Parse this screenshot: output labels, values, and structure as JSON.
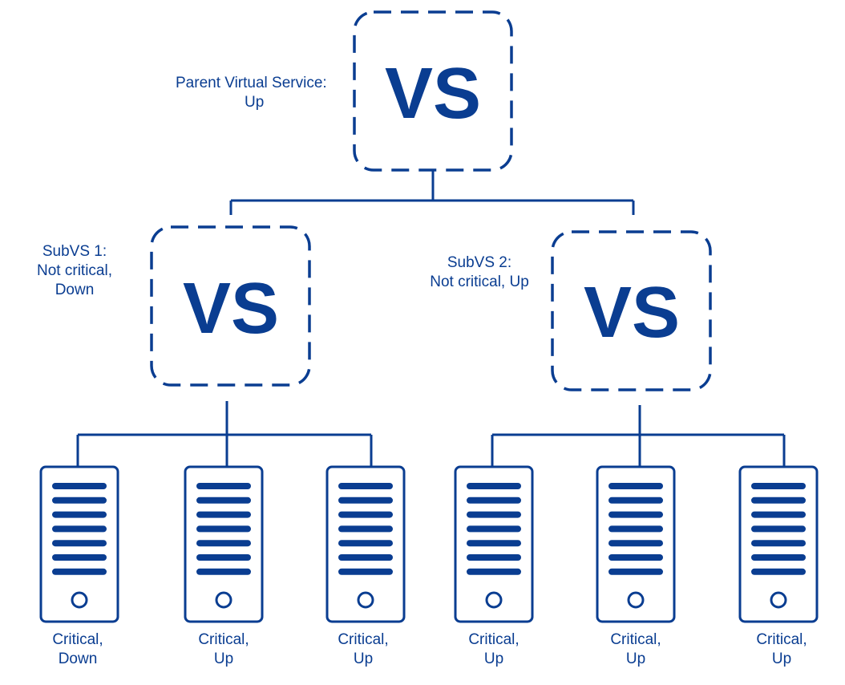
{
  "colors": {
    "primary": "#0a3d91",
    "background": "#ffffff"
  },
  "parent": {
    "box_text": "VS",
    "label_line1": "Parent Virtual Service:",
    "label_line2": "Up"
  },
  "subvs1": {
    "box_text": "VS",
    "label_line1": "SubVS 1:",
    "label_line2": "Not critical,",
    "label_line3": "Down"
  },
  "subvs2": {
    "box_text": "VS",
    "label_line1": "SubVS 2:",
    "label_line2": "Not critical, Up"
  },
  "servers": [
    {
      "icon": "server-icon",
      "line1": "Critical,",
      "line2": "Down"
    },
    {
      "icon": "server-icon",
      "line1": "Critical,",
      "line2": "Up"
    },
    {
      "icon": "server-icon",
      "line1": "Critical,",
      "line2": "Up"
    },
    {
      "icon": "server-icon",
      "line1": "Critical,",
      "line2": "Up"
    },
    {
      "icon": "server-icon",
      "line1": "Critical,",
      "line2": "Up"
    },
    {
      "icon": "server-icon",
      "line1": "Critical,",
      "line2": "Up"
    }
  ]
}
